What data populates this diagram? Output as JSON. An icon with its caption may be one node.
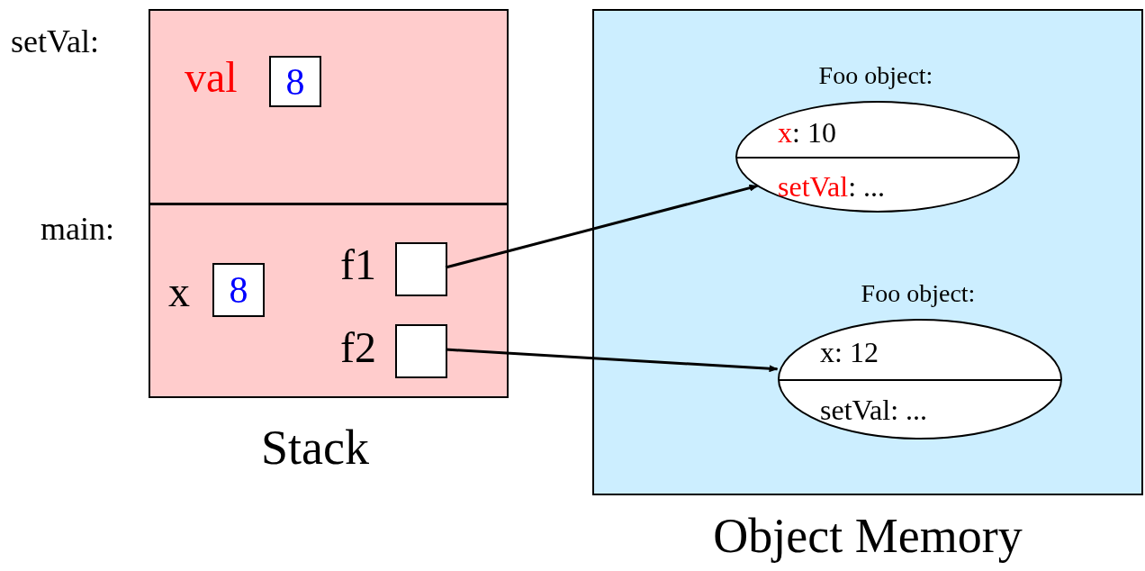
{
  "diagram": {
    "nodes": [
      {
        "text": [
          "setVal:"
        ]
      },
      {
        "text": [
          "8"
        ],
        "beside": [
          "val"
        ],
        "in": 0
      },
      {
        "text": [
          "main:"
        ]
      },
      {
        "text": [
          "8"
        ],
        "beside": [
          "x"
        ],
        "in": 2
      },
      {
        "text": [],
        "shape": "box",
        "beside": [
          "f1"
        ],
        "in": 2
      },
      {
        "text": [],
        "shape": "box",
        "beside": [
          "f2"
        ],
        "in": 2
      },
      {
        "text": [
          "Object Memory"
        ]
      },
      {
        "text": [
          "Foo object:",
          "x: 10",
          "setVal: ..."
        ],
        "in": 6
      },
      {
        "text": [
          "Foo object:",
          "x: 12",
          "setVal: ..."
        ],
        "in": 6
      }
    ],
    "edges": [
      {
        "from": 4,
        "to": 7,
        "arrow": "to"
      },
      {
        "from": 5,
        "to": 8,
        "arrow": "to"
      }
    ],
    "labels": [
      "Stack"
    ]
  }
}
